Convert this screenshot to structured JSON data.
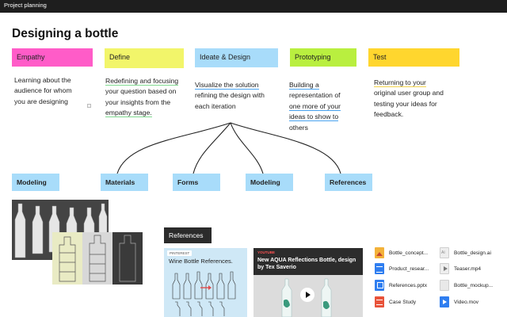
{
  "topbar": {
    "title": "Project planning"
  },
  "board": {
    "title": "Designing a bottle"
  },
  "phases": [
    {
      "label": "Empathy",
      "color": "#ff5cc8",
      "description": [
        "Learning about the",
        "audience for whom",
        "you are designing"
      ]
    },
    {
      "label": "Define",
      "color": "#f2f56a",
      "description": [
        "Redefining and focusing",
        "your question based on",
        "your insights from the",
        "empathy stage."
      ]
    },
    {
      "label": "Ideate & Design",
      "color": "#a8dcfa",
      "description": [
        "Visualize the solution",
        "refining the design with",
        "each iteration"
      ]
    },
    {
      "label": "Prototyping",
      "color": "#b9ef3f",
      "description": [
        "Building a",
        "representation of",
        "one more of your",
        "ideas to show to",
        "others"
      ]
    },
    {
      "label": "Test",
      "color": "#ffd62e",
      "description": [
        "Returning to your",
        "original user group and",
        "testing your ideas for",
        "feedback."
      ]
    }
  ],
  "subtopics": [
    "Modeling",
    "Materials",
    "Forms",
    "Modeling",
    "References"
  ],
  "references": {
    "label": "References",
    "card_tag": "PINTEREST",
    "card_title": "Wine Bottle References.",
    "video_source": "YOUTUBE",
    "video_title": "New AQUA Reflections Bottle, design by Tex Saverio"
  },
  "files": [
    {
      "name": "Bottle_concept...",
      "icon": "image-file-icon"
    },
    {
      "name": "Bottle_design.ai",
      "icon": "illustrator-file-icon"
    },
    {
      "name": "Product_resear...",
      "icon": "document-file-icon"
    },
    {
      "name": "Teaser.mp4",
      "icon": "video-file-icon"
    },
    {
      "name": "References.pptx",
      "icon": "presentation-file-icon"
    },
    {
      "name": "Bottle_mockup...",
      "icon": "mockup-file-icon"
    },
    {
      "name": "Case Study",
      "icon": "pdf-file-icon"
    },
    {
      "name": "Video.mov",
      "icon": "movie-file-icon"
    }
  ]
}
